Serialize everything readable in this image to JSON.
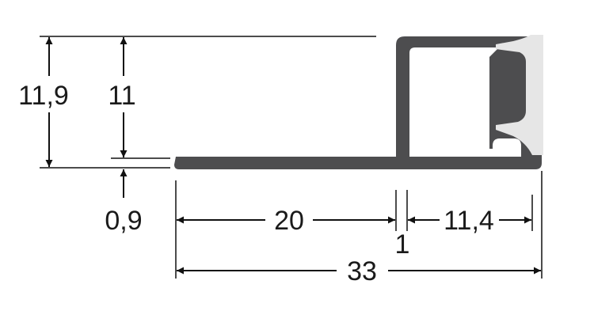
{
  "colors": {
    "profile": "#4d4d4f",
    "diffuser": "#e6e6e6",
    "lines": "#111111",
    "background": "#ffffff"
  },
  "dimensions": {
    "total_height": "11,9",
    "inner_height": "11",
    "base_thickness": "0,9",
    "flange_width": "20",
    "wall_thickness": "1",
    "channel_width": "11,4",
    "total_width": "33"
  }
}
